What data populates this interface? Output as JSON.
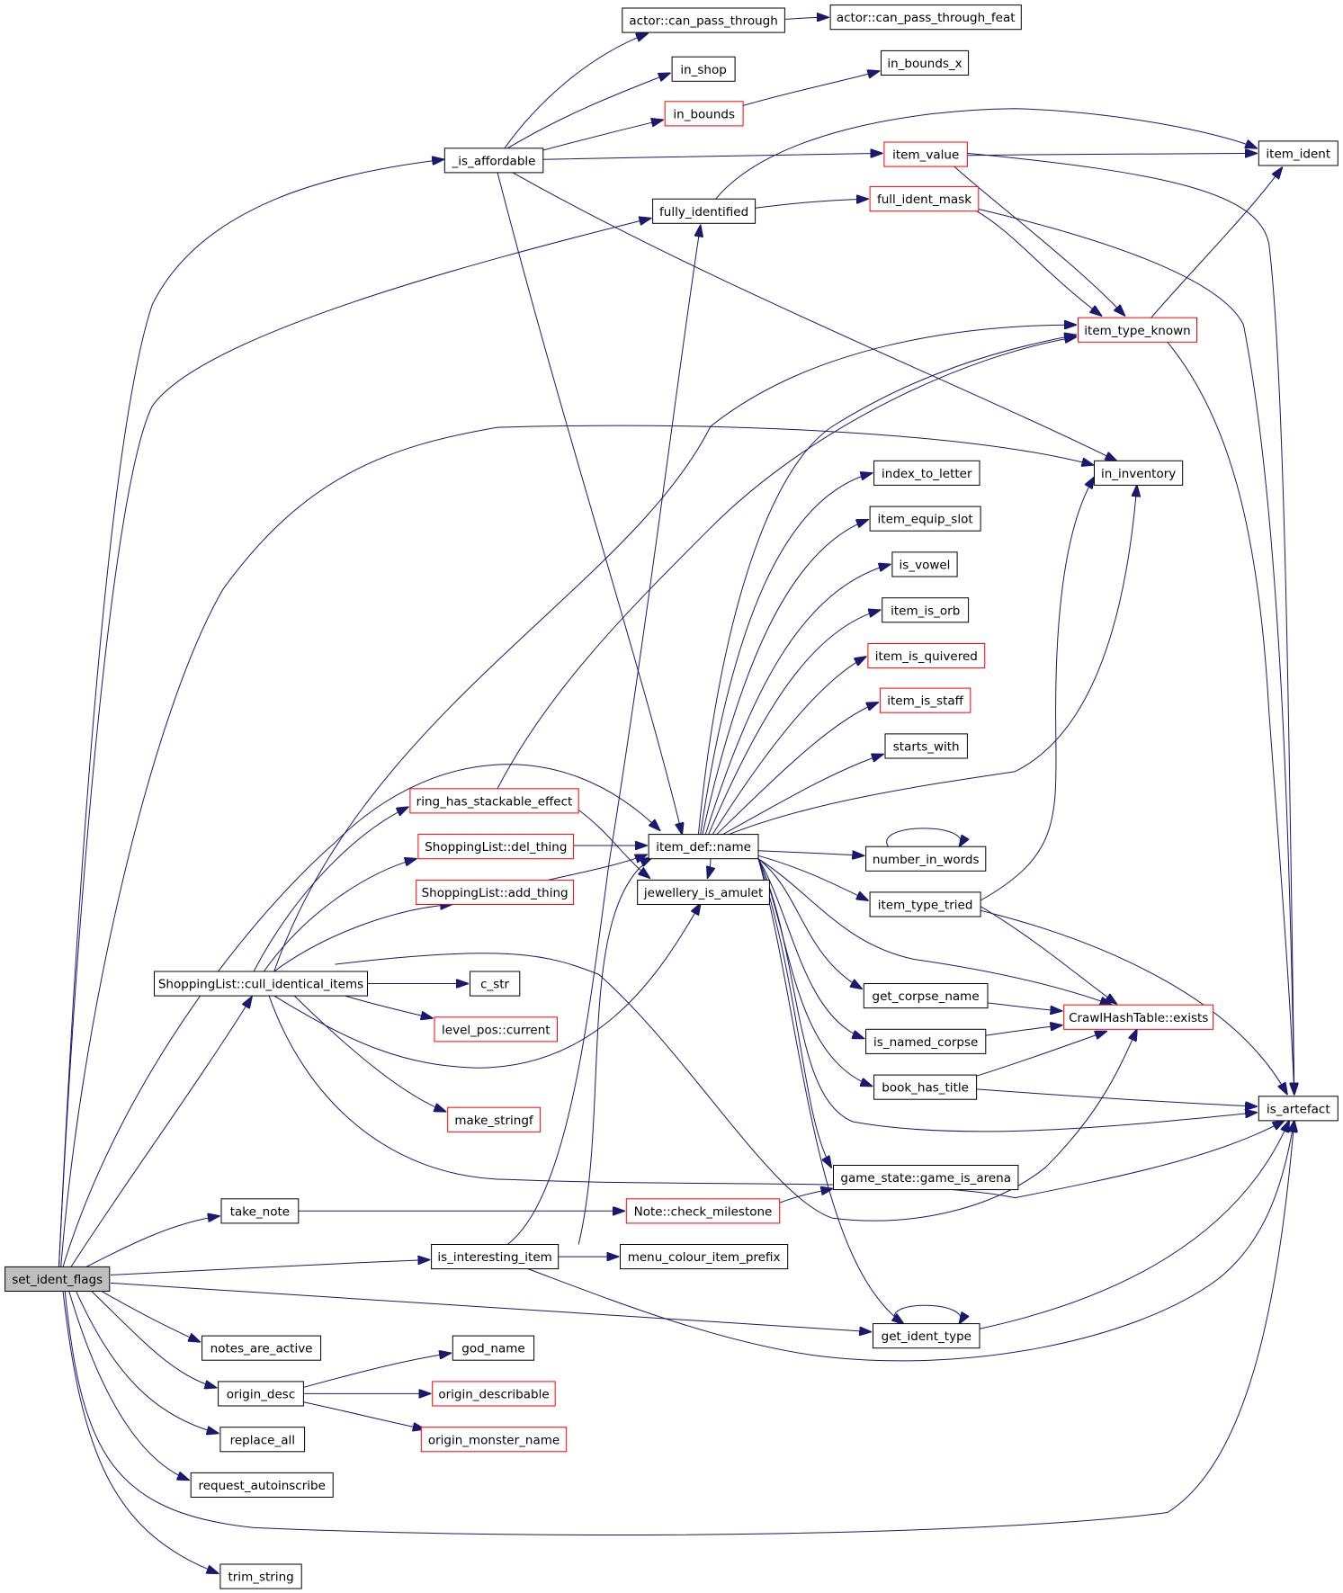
{
  "graph": {
    "colors": {
      "edge": "#191970",
      "normal_border": "#000000",
      "red_border": "#ff0000",
      "root_fill": "#bfbfbf"
    },
    "nodes": [
      {
        "id": "root",
        "label": "set_ident_flags",
        "style": "root"
      },
      {
        "id": "is_affordable",
        "label": "_is_affordable",
        "style": "normal"
      },
      {
        "id": "can_pass",
        "label": "actor::can_pass_through",
        "style": "normal"
      },
      {
        "id": "can_pass_feat",
        "label": "actor::can_pass_through_feat",
        "style": "normal"
      },
      {
        "id": "in_shop",
        "label": "in_shop",
        "style": "normal"
      },
      {
        "id": "in_bounds",
        "label": "in_bounds",
        "style": "red"
      },
      {
        "id": "in_bounds_x",
        "label": "in_bounds_x",
        "style": "normal"
      },
      {
        "id": "item_value",
        "label": "item_value",
        "style": "red"
      },
      {
        "id": "item_ident",
        "label": "item_ident",
        "style": "normal"
      },
      {
        "id": "fully_identified",
        "label": "fully_identified",
        "style": "normal"
      },
      {
        "id": "full_ident_mask",
        "label": "full_ident_mask",
        "style": "red"
      },
      {
        "id": "item_type_known",
        "label": "item_type_known",
        "style": "red"
      },
      {
        "id": "in_inventory",
        "label": "in_inventory",
        "style": "normal"
      },
      {
        "id": "index_to_letter",
        "label": "index_to_letter",
        "style": "normal"
      },
      {
        "id": "item_equip_slot",
        "label": "item_equip_slot",
        "style": "normal"
      },
      {
        "id": "is_vowel",
        "label": "is_vowel",
        "style": "normal"
      },
      {
        "id": "item_is_orb",
        "label": "item_is_orb",
        "style": "normal"
      },
      {
        "id": "item_is_quivered",
        "label": "item_is_quivered",
        "style": "red"
      },
      {
        "id": "item_is_staff",
        "label": "item_is_staff",
        "style": "red"
      },
      {
        "id": "starts_with",
        "label": "starts_with",
        "style": "normal"
      },
      {
        "id": "ring_stack",
        "label": "ring_has_stackable_effect",
        "style": "red"
      },
      {
        "id": "del_thing",
        "label": "ShoppingList::del_thing",
        "style": "red"
      },
      {
        "id": "add_thing",
        "label": "ShoppingList::add_thing",
        "style": "red"
      },
      {
        "id": "item_def_name",
        "label": "item_def::name",
        "style": "normal"
      },
      {
        "id": "jewellery_is_amulet",
        "label": "jewellery_is_amulet",
        "style": "normal"
      },
      {
        "id": "number_in_words",
        "label": "number_in_words",
        "style": "normal"
      },
      {
        "id": "item_type_tried",
        "label": "item_type_tried",
        "style": "normal"
      },
      {
        "id": "cull",
        "label": "ShoppingList::cull_identical_items",
        "style": "normal"
      },
      {
        "id": "c_str",
        "label": "c_str",
        "style": "normal"
      },
      {
        "id": "level_pos_current",
        "label": "level_pos::current",
        "style": "red"
      },
      {
        "id": "get_corpse_name",
        "label": "get_corpse_name",
        "style": "normal"
      },
      {
        "id": "crawl_exists",
        "label": "CrawlHashTable::exists",
        "style": "red"
      },
      {
        "id": "is_named_corpse",
        "label": "is_named_corpse",
        "style": "normal"
      },
      {
        "id": "book_has_title",
        "label": "book_has_title",
        "style": "normal"
      },
      {
        "id": "is_artefact",
        "label": "is_artefact",
        "style": "normal"
      },
      {
        "id": "make_stringf",
        "label": "make_stringf",
        "style": "red"
      },
      {
        "id": "game_is_arena",
        "label": "game_state::game_is_arena",
        "style": "normal"
      },
      {
        "id": "take_note",
        "label": "take_note",
        "style": "normal"
      },
      {
        "id": "check_milestone",
        "label": "Note::check_milestone",
        "style": "red"
      },
      {
        "id": "is_interesting_item",
        "label": "is_interesting_item",
        "style": "normal"
      },
      {
        "id": "menu_colour",
        "label": "menu_colour_item_prefix",
        "style": "normal"
      },
      {
        "id": "get_ident_type",
        "label": "get_ident_type",
        "style": "normal"
      },
      {
        "id": "notes_are_active",
        "label": "notes_are_active",
        "style": "normal"
      },
      {
        "id": "god_name",
        "label": "god_name",
        "style": "normal"
      },
      {
        "id": "origin_desc",
        "label": "origin_desc",
        "style": "normal"
      },
      {
        "id": "origin_describable",
        "label": "origin_describable",
        "style": "red"
      },
      {
        "id": "replace_all",
        "label": "replace_all",
        "style": "normal"
      },
      {
        "id": "origin_monster_name",
        "label": "origin_monster_name",
        "style": "red"
      },
      {
        "id": "request_autoinscribe",
        "label": "request_autoinscribe",
        "style": "normal"
      },
      {
        "id": "trim_string",
        "label": "trim_string",
        "style": "normal"
      }
    ]
  }
}
